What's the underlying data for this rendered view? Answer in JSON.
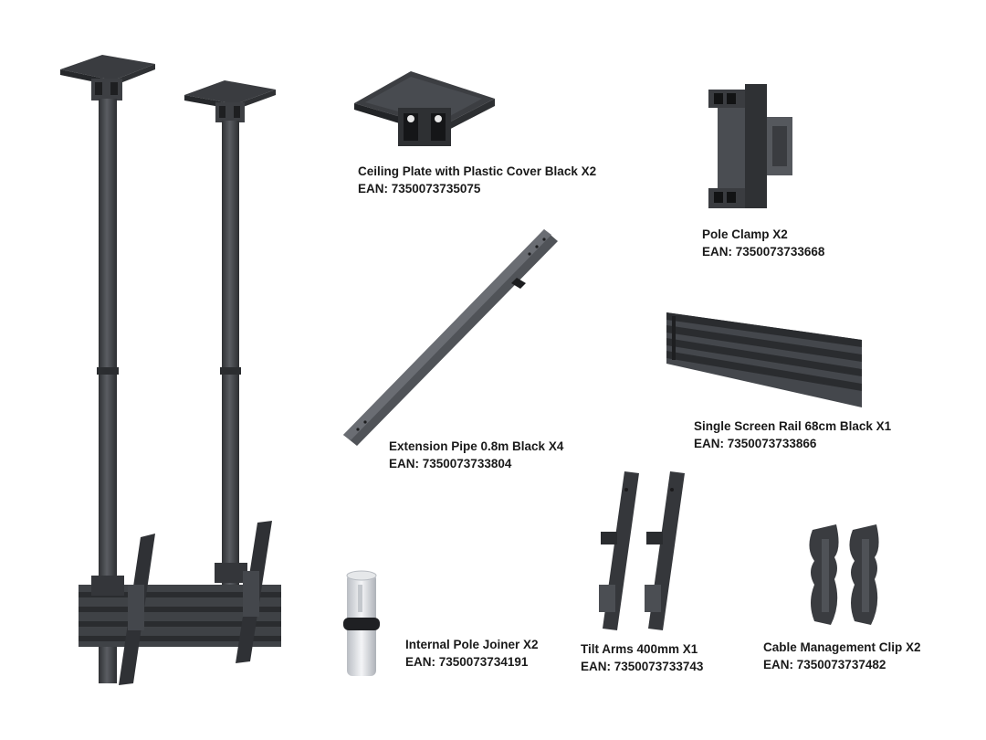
{
  "colors": {
    "metal_dark": "#3b3d41",
    "metal_mid": "#55585d",
    "metal_light": "#6e7177",
    "joiner_silver": "#dcdfe3",
    "text": "#1a1a1a",
    "background": "#ffffff"
  },
  "components": [
    {
      "id": "ceiling-plate",
      "name": "Ceiling Plate with Plastic Cover Black X2",
      "ean": "EAN: 7350073735075"
    },
    {
      "id": "pole-clamp",
      "name": "Pole Clamp X2",
      "ean": "EAN: 7350073733668"
    },
    {
      "id": "extension-pipe",
      "name": "Extension Pipe 0.8m Black X4",
      "ean": "EAN: 7350073733804"
    },
    {
      "id": "screen-rail",
      "name": "Single Screen Rail 68cm Black X1",
      "ean": "EAN: 7350073733866"
    },
    {
      "id": "pole-joiner",
      "name": "Internal Pole Joiner X2",
      "ean": "EAN: 7350073734191"
    },
    {
      "id": "tilt-arms",
      "name": "Tilt Arms 400mm X1",
      "ean": "EAN: 7350073733743"
    },
    {
      "id": "cable-clip",
      "name": "Cable Management Clip X2",
      "ean": "EAN: 7350073737482"
    }
  ]
}
